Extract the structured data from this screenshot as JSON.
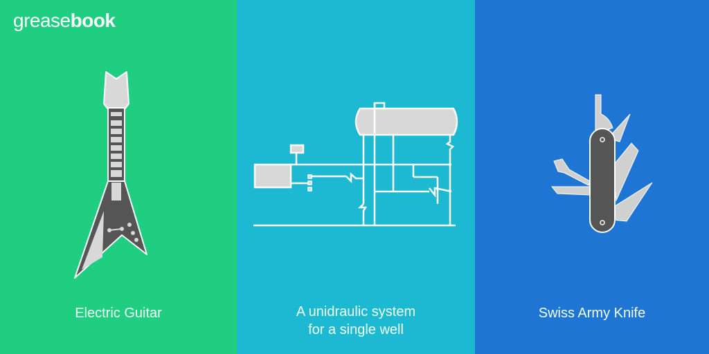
{
  "brand": {
    "logo_light": "grease",
    "logo_bold": "book"
  },
  "panels": [
    {
      "caption": "Electric Guitar",
      "icon": "electric-guitar-icon",
      "bg": "#1fce80"
    },
    {
      "caption_line1": "A unidraulic system",
      "caption_line2": "for a single well",
      "icon": "hydraulic-system-diagram",
      "bg": "#1db9d3"
    },
    {
      "caption": "Swiss Army Knife",
      "icon": "swiss-army-knife-icon",
      "bg": "#1e75d3"
    }
  ]
}
